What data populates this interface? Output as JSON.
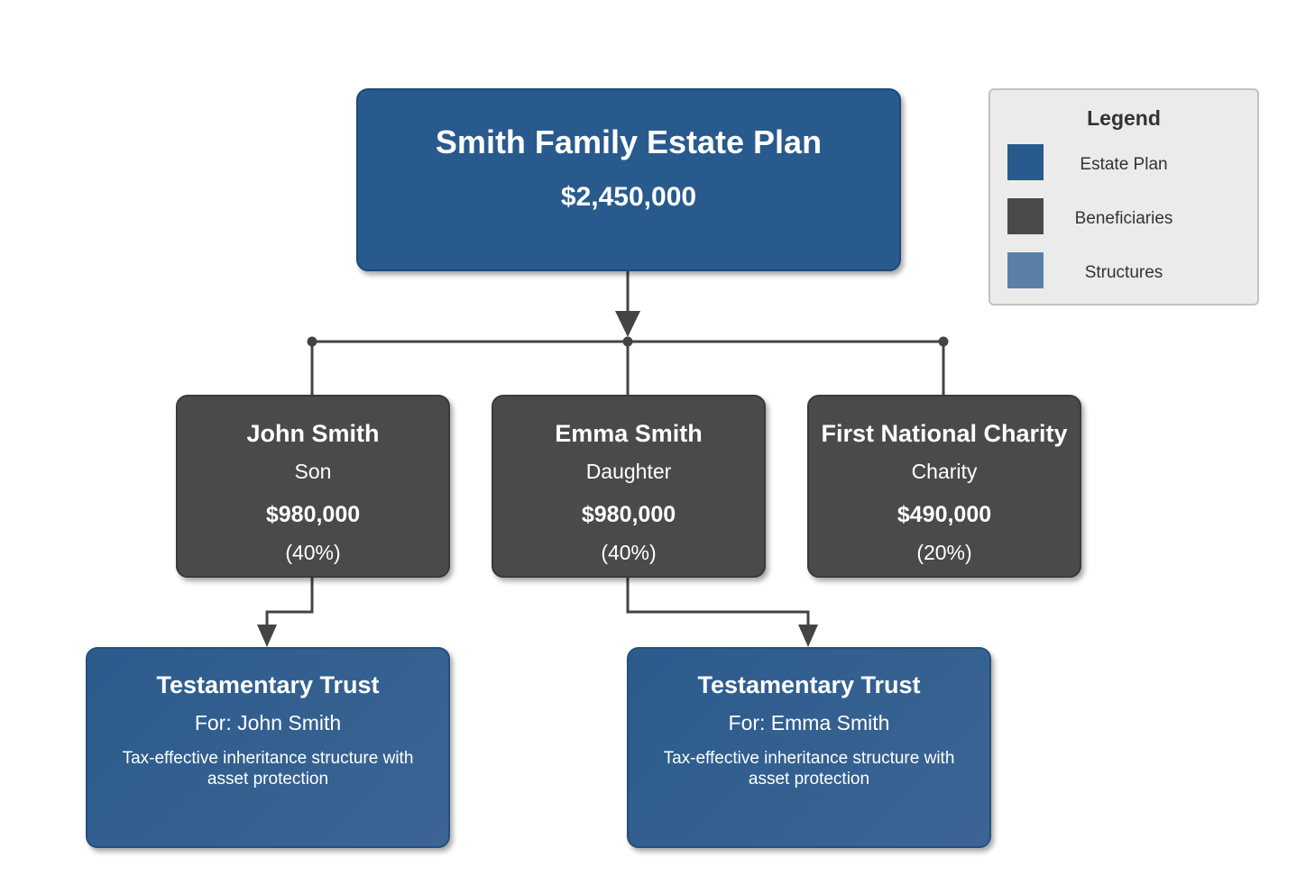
{
  "root": {
    "title": "Smith Family Estate Plan",
    "amount": "$2,450,000"
  },
  "beneficiaries": [
    {
      "name": "John Smith",
      "relation": "Son",
      "amount": "$980,000",
      "percent": "(40%)"
    },
    {
      "name": "Emma Smith",
      "relation": "Daughter",
      "amount": "$980,000",
      "percent": "(40%)"
    },
    {
      "name": "First National Charity",
      "relation": "Charity",
      "amount": "$490,000",
      "percent": "(20%)"
    }
  ],
  "structures": [
    {
      "name": "Testamentary Trust",
      "for": "For: John Smith",
      "description": "Tax-effective inheritance structure with asset protection"
    },
    {
      "name": "Testamentary Trust",
      "for": "For: Emma Smith",
      "description": "Tax-effective inheritance structure with asset protection"
    }
  ],
  "legend": {
    "title": "Legend",
    "items": [
      {
        "label": "Estate Plan",
        "color": "#285a8d"
      },
      {
        "label": "Beneficiaries",
        "color": "#4a4a4a"
      },
      {
        "label": "Structures",
        "color": "#5b80a8"
      }
    ]
  },
  "colors": {
    "estate": "#285a8d",
    "beneficiary": "#4a4a4a",
    "structure": "#2f5e8f",
    "connector": "#444444",
    "legend_bg": "#ebebeb"
  }
}
